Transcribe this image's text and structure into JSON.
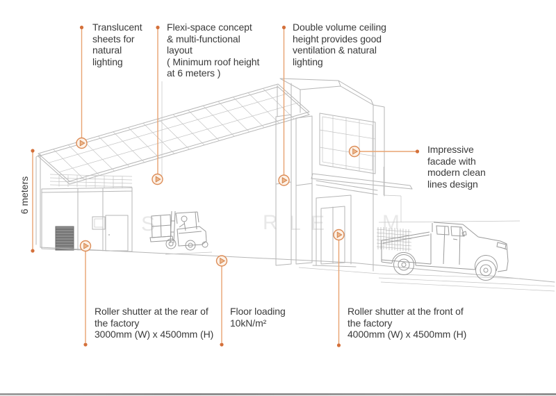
{
  "palette": {
    "accent_line": "#E8A371",
    "accent_dot": "#D4703A",
    "marker_ring": "#DC8C57",
    "marker_fill": "#FDF1E6",
    "label_text": "#3A3A3A",
    "line_art": "#B6B6B6"
  },
  "marker_icon": "play-triangle-in-circle",
  "dimension": {
    "text": "6 meters"
  },
  "callouts": [
    {
      "id": "translucent-sheets",
      "text": "Translucent\nsheets for\nnatural\nlighting"
    },
    {
      "id": "flexi-space",
      "text": "Flexi-space concept\n& multi-functional\nlayout\n( Minimum roof height\nat 6 meters )"
    },
    {
      "id": "double-volume",
      "text": "Double volume ceiling\nheight provides good\nventilation & natural\nlighting"
    },
    {
      "id": "impressive-facade",
      "text": "Impressive\nfacade with\nmodern clean\nlines design"
    },
    {
      "id": "roller-shutter-rear",
      "text": "Roller shutter at the rear of\nthe factory\n3000mm (W) x 4500mm (H)"
    },
    {
      "id": "floor-loading",
      "text": "Floor loading\n10kN/m²"
    },
    {
      "id": "roller-shutter-front",
      "text": "Roller shutter at the front of\nthe factory\n4000mm (W) x 4500mm (H)"
    }
  ],
  "watermark": {
    "letters": [
      "S",
      "R",
      "L",
      "E",
      "M"
    ]
  }
}
